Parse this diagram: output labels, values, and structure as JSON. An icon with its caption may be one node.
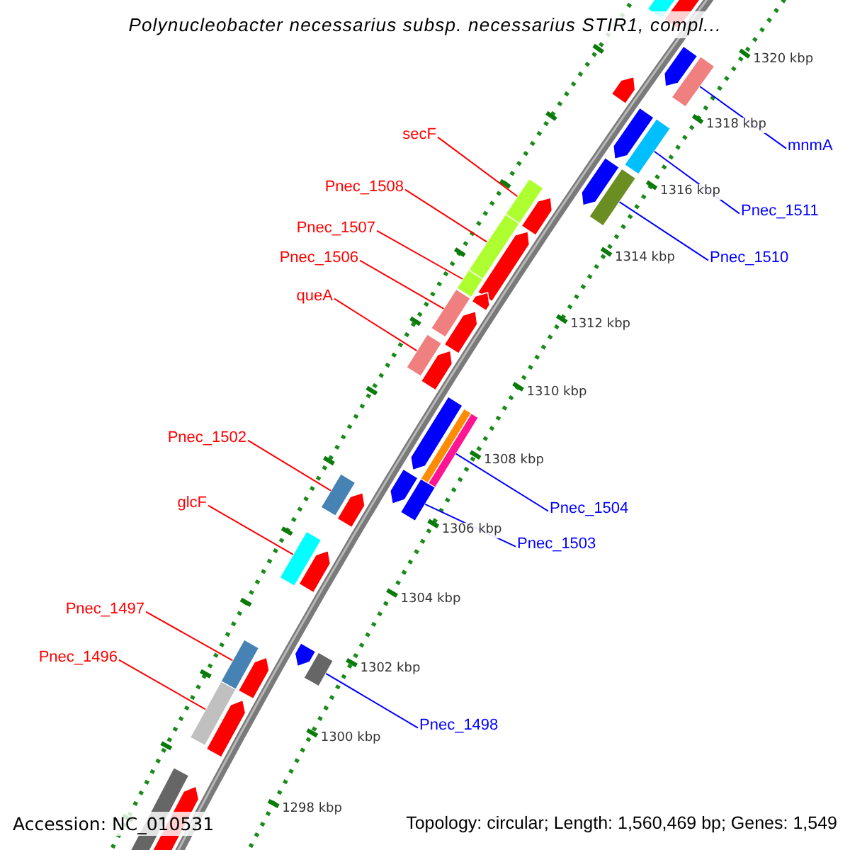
{
  "diagram": {
    "title": "Polynucleobacter necessarius subsp. necessarius STIR1, compl...",
    "nodes": [
      {
        "text": [
          "secF"
        ]
      },
      {
        "text": [
          "Pnec_1508"
        ]
      },
      {
        "text": [
          "Pnec_1507"
        ]
      },
      {
        "text": [
          "Pnec_1506"
        ]
      },
      {
        "text": [
          "queA"
        ]
      },
      {
        "text": [
          "Pnec_1502"
        ]
      },
      {
        "text": [
          "glcF"
        ]
      },
      {
        "text": [
          "Pnec_1497"
        ]
      },
      {
        "text": [
          "Pnec_1496"
        ]
      },
      {
        "text": [
          "mnmA"
        ]
      },
      {
        "text": [
          "Pnec_1511"
        ]
      },
      {
        "text": [
          "Pnec_1510"
        ]
      },
      {
        "text": [
          "Pnec_1504"
        ]
      },
      {
        "text": [
          "Pnec_1503"
        ]
      },
      {
        "text": [
          "Pnec_1498"
        ]
      },
      {
        "text": [],
        "shape": "bar"
      },
      {
        "text": [],
        "shape": "bar"
      },
      {
        "text": [],
        "shape": "bar"
      },
      {
        "text": [],
        "shape": "bar"
      },
      {
        "text": [],
        "shape": "bar"
      },
      {
        "text": [],
        "shape": "bar"
      },
      {
        "text": [],
        "shape": "bar"
      },
      {
        "text": [],
        "shape": "bar"
      },
      {
        "text": [],
        "shape": "bar"
      },
      {
        "text": [],
        "shape": "bar"
      },
      {
        "text": [],
        "shape": "bar"
      },
      {
        "text": [],
        "shape": "bar"
      },
      {
        "text": [],
        "shape": "bar"
      },
      {
        "text": [],
        "shape": "bar"
      },
      {
        "text": [],
        "shape": "bar"
      }
    ],
    "edges": [
      {
        "from": 0,
        "to": 15,
        "arrow": "none"
      },
      {
        "from": 1,
        "to": 16,
        "arrow": "none"
      },
      {
        "from": 2,
        "to": 17,
        "arrow": "none"
      },
      {
        "from": 3,
        "to": 18,
        "arrow": "none"
      },
      {
        "from": 4,
        "to": 19,
        "arrow": "none"
      },
      {
        "from": 5,
        "to": 20,
        "arrow": "none"
      },
      {
        "from": 6,
        "to": 21,
        "arrow": "none"
      },
      {
        "from": 7,
        "to": 22,
        "arrow": "none"
      },
      {
        "from": 8,
        "to": 23,
        "arrow": "none"
      },
      {
        "from": 9,
        "to": 24,
        "arrow": "none",
        "color": "#0000ff"
      },
      {
        "from": 10,
        "to": 25,
        "arrow": "none",
        "color": "#0000ff"
      },
      {
        "from": 11,
        "to": 26,
        "arrow": "none",
        "color": "#0000ff"
      },
      {
        "from": 12,
        "to": 27,
        "arrow": "none",
        "color": "#0000ff"
      },
      {
        "from": 13,
        "to": 28,
        "arrow": "none",
        "color": "#0000ff"
      },
      {
        "from": 14,
        "to": 29,
        "arrow": "none",
        "color": "#0000ff"
      }
    ],
    "labels": [
      "1320 kbp",
      "1318 kbp",
      "1316 kbp",
      "1314 kbp",
      "1312 kbp",
      "1310 kbp",
      "1308 kbp",
      "1306 kbp",
      "1304 kbp",
      "1302 kbp",
      "1300 kbp",
      "1298 kbp",
      "Accession: NC_010531",
      "Topology: circular; Length: 1,560,469 bp; Genes: 1,549"
    ]
  }
}
